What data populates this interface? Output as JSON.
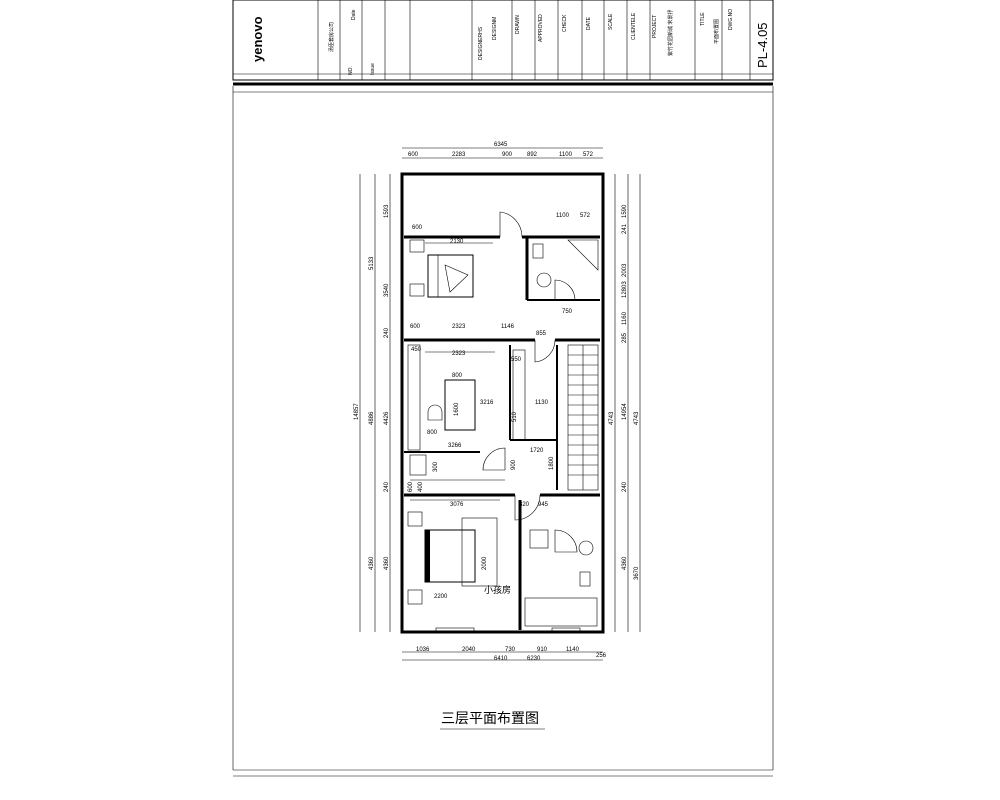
{
  "title_block": {
    "logo": "yenovo",
    "company_note": "汤臣套房公司",
    "col_labels": [
      "NO.",
      "Issue",
      "Date"
    ],
    "designer_label": "DESIGNERHS",
    "design_label": "DESIGNM",
    "drawn_label": "DRAWN",
    "approved_label": "APPROVED",
    "check_label": "CHECK",
    "date_label": "DATE",
    "scale_label": "SCALE",
    "client_label": "CLIENTELE",
    "project_label": "PROJECT",
    "project_value": "紫竹花园新城 宋景抒",
    "title_label": "TITLE",
    "title_value": "平面布置图",
    "dwgno_label": "DWG.NO",
    "dwgno_value": "PL-4.05"
  },
  "plan": {
    "caption": "三层平面布置图",
    "room_label": "小孩房",
    "top_dims": {
      "overall": "6345",
      "segments": [
        "600",
        "2283",
        "900",
        "892",
        "1100",
        "572"
      ]
    },
    "bottom_dims": {
      "overall": "6410",
      "segments": [
        "1036",
        "2040",
        "730",
        "910",
        "1140",
        "256"
      ],
      "note": "6230"
    },
    "left_dims": {
      "overall": "14857",
      "mid": [
        "5133",
        "4886",
        "4360"
      ],
      "inner": [
        "1593",
        "3540",
        "240",
        "4426",
        "240",
        "4360"
      ]
    },
    "right_dims": {
      "overall": "14954",
      "mid": [
        "12803",
        "4743",
        "4360"
      ],
      "inner": [
        "1590",
        "241",
        "2003",
        "1160",
        "285",
        "4743",
        "240",
        "3670"
      ]
    },
    "interior_dims": [
      "600",
      "2130",
      "1100",
      "572",
      "750",
      "600",
      "2323",
      "1146",
      "855",
      "2323",
      "550",
      "800",
      "1600",
      "3216",
      "1130",
      "800",
      "3266",
      "1720",
      "900",
      "1800",
      "450",
      "400",
      "3076",
      "820",
      "945",
      "2000",
      "2200",
      "300",
      "600",
      "510"
    ]
  }
}
